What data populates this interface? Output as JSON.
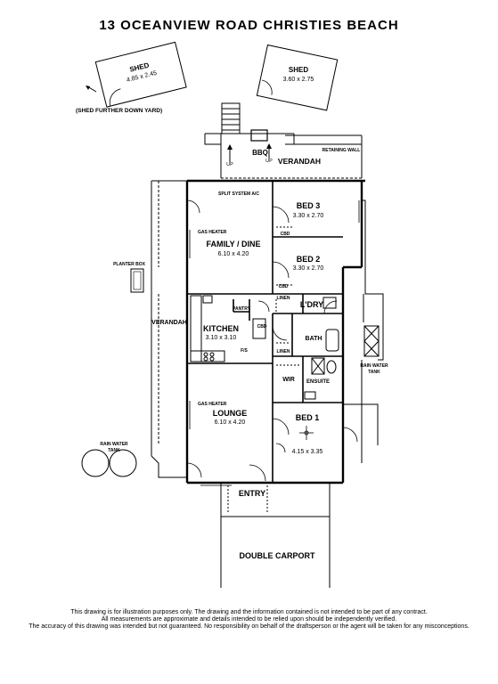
{
  "title": "13 OCEANVIEW ROAD CHRISTIES BEACH",
  "sheds": [
    {
      "name": "SHED",
      "size": "4.85 x 2.45"
    },
    {
      "name": "SHED",
      "size": "3.60 x 2.75"
    }
  ],
  "shed_note": "(SHED FURTHER DOWN YARD)",
  "outdoor": {
    "bbq": "BBQ",
    "verandah_top": "VERANDAH",
    "retaining_wall": "RETAINING WALL",
    "up_left": "UP",
    "up_right": "UP",
    "verandah_west": "VERANDAH",
    "planter_box": "PLANTER BOX",
    "rain_tank_left": [
      "RAIN WATER",
      "TANK"
    ],
    "rain_tank_right": [
      "RAIN WATER",
      "TANK"
    ],
    "entry": "ENTRY",
    "carport": "DOUBLE CARPORT"
  },
  "rooms": {
    "split_ac": "SPLIT SYSTEM A/C",
    "gas_heater_top": "GAS HEATER",
    "family_name": "FAMILY / DINE",
    "family_size": "6.10 x 4.20",
    "bed3_name": "BED 3",
    "bed3_size": "3.30 x 2.70",
    "bed2_name": "BED 2",
    "bed2_size": "3.30 x 2.70",
    "cbd1": "CBD",
    "cbd2": "CBD",
    "cbd3": "CBD",
    "linen1": "LINEN",
    "linen2": "LINEN",
    "ldry": "L'DRY",
    "pantry": "PANTRY",
    "kitchen_name": "KITCHEN",
    "kitchen_size": "3.10 x 3.10",
    "fs": "F/S",
    "bath": "BATH",
    "wir": "WIR",
    "ensuite": "ENSUITE",
    "gas_heater_bottom": "GAS HEATER",
    "lounge_name": "LOUNGE",
    "lounge_size": "6.10 x 4.20",
    "bed1_name": "BED 1",
    "bed1_size": "4.15 x 3.35"
  },
  "disclaimer": [
    "This drawing is for illustration purposes only. The drawing and the information contained is not intended to be part of any contract.",
    "All measurements are approximate and details intended to be relied upon should be independently verified.",
    "The accuracy of this drawing was intended but not guaranteed. No responsibility on behalf of the draftsperson or the agent will be taken for any misconceptions."
  ]
}
